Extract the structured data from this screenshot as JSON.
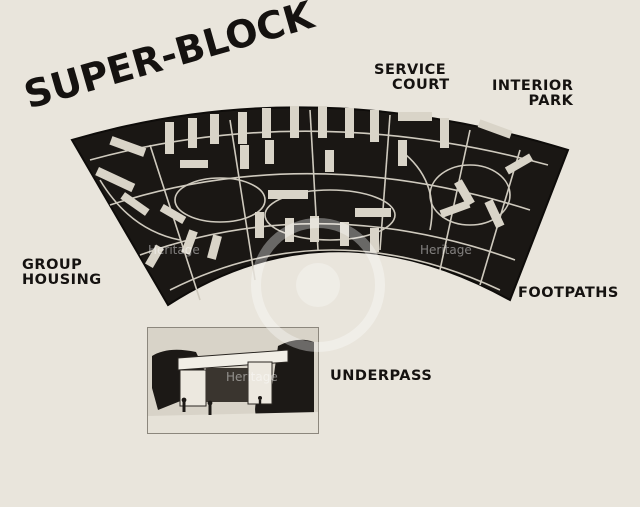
{
  "labels": {
    "title": "SUPER-BLOCK",
    "service_court_line1": "SERVICE",
    "service_court_line2": "COURT",
    "interior_park_line1": "INTERIOR",
    "interior_park_line2": "PARK",
    "group_housing_line1": "GROUP",
    "group_housing_line2": "HOUSING",
    "footpaths": "FOOTPATHS",
    "underpass": "UNDERPASS"
  },
  "watermark": {
    "text": "Heritage"
  },
  "colors": {
    "board": "#e9e5dc",
    "ink": "#151210",
    "plan_fill": "#1a1714",
    "building": "#d9d4c8",
    "path": "#cfcabe"
  }
}
